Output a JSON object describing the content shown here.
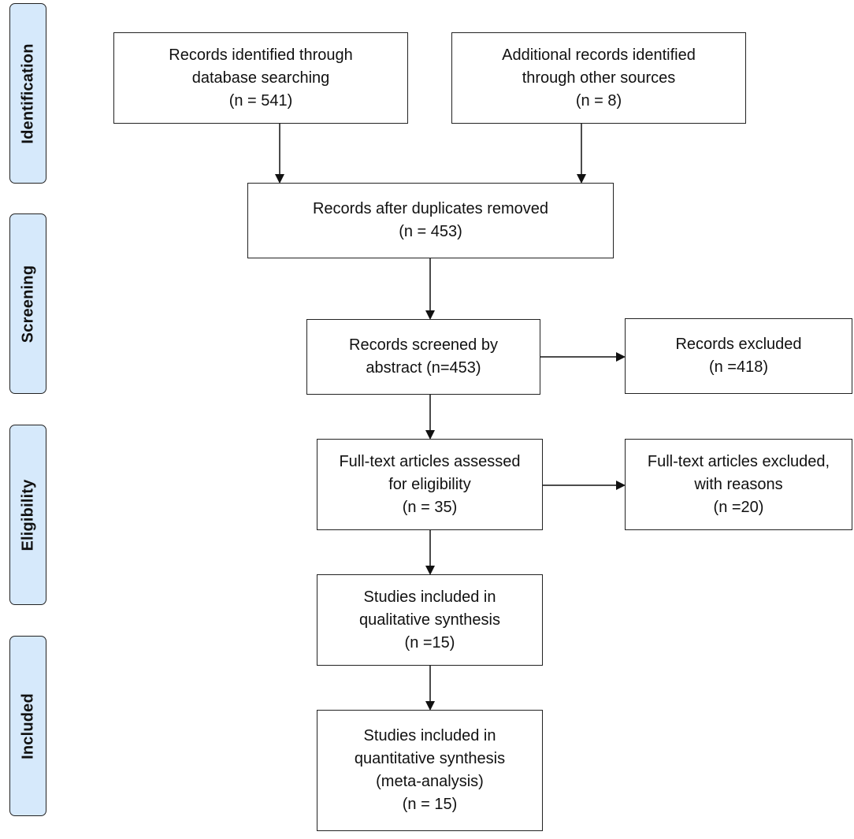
{
  "stages": {
    "identification": "Identification",
    "screening": "Screening",
    "eligibility": "Eligibility",
    "included": "Included"
  },
  "boxes": {
    "database": [
      "Records identified through",
      "database searching",
      "(n = 541)"
    ],
    "other_sources": [
      "Additional records identified",
      "through other sources",
      "(n = 8)"
    ],
    "duplicates_removed": [
      "Records after duplicates removed",
      "(n = 453)"
    ],
    "screened": [
      "Records screened by",
      "abstract (n=453)"
    ],
    "excluded": [
      "Records excluded",
      "(n =418)"
    ],
    "fulltext_assessed": [
      "Full-text articles assessed",
      "for eligibility",
      "(n = 35)"
    ],
    "fulltext_excluded": [
      "Full-text articles excluded,",
      "with reasons",
      "(n =20)"
    ],
    "qualitative": [
      "Studies included in",
      "qualitative synthesis",
      "(n =15)"
    ],
    "quantitative": [
      "Studies included in",
      "quantitative synthesis",
      "(meta-analysis)",
      "(n = 15)"
    ]
  }
}
